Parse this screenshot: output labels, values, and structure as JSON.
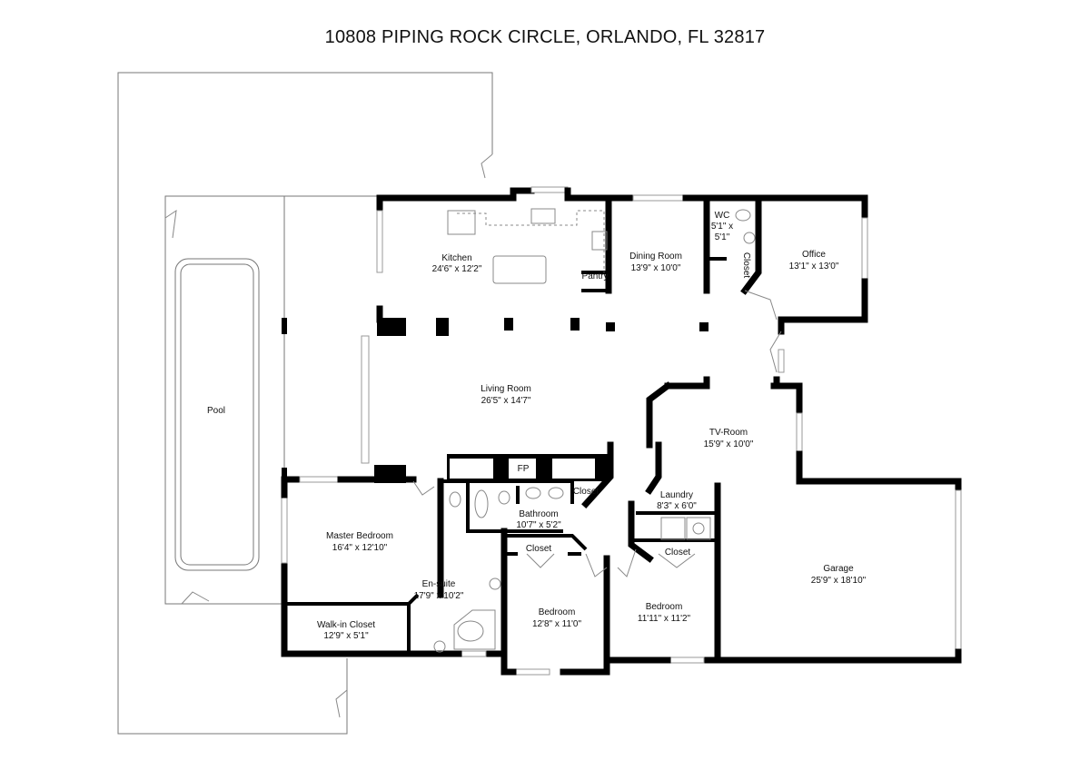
{
  "title": "10808 PIPING ROCK CIRCLE, ORLANDO, FL 32817",
  "rooms": {
    "kitchen": {
      "name": "Kitchen",
      "size": "24'6\" x 12'2\""
    },
    "pantry": {
      "name": "Pantry"
    },
    "dining": {
      "name": "Dining Room",
      "size": "13'9\" x 10'0\""
    },
    "wc": {
      "name": "WC",
      "size_line1": "5'1\" x",
      "size_line2": "5'1\""
    },
    "wc_closet": {
      "name": "Closet"
    },
    "office": {
      "name": "Office",
      "size": "13'1\" x 13'0\""
    },
    "living": {
      "name": "Living Room",
      "size": "26'5\" x 14'7\""
    },
    "tv": {
      "name": "TV-Room",
      "size": "15'9\" x 10'0\""
    },
    "pool": {
      "name": "Pool"
    },
    "fireplace": {
      "name": "FP"
    },
    "hall_closet": {
      "name": "Closet"
    },
    "laundry": {
      "name": "Laundry",
      "size": "8'3\" x 6'0\""
    },
    "bathroom": {
      "name": "Bathroom",
      "size": "10'7\" x 5'2\""
    },
    "master": {
      "name": "Master Bedroom",
      "size": "16'4\" x 12'10\""
    },
    "bed1_closet": {
      "name": "Closet"
    },
    "bed2_closet": {
      "name": "Closet"
    },
    "garage": {
      "name": "Garage",
      "size": "25'9\" x 18'10\""
    },
    "ensuite": {
      "name": "En-suite",
      "size": "17'9\" x 10'2\""
    },
    "bedroom1": {
      "name": "Bedroom",
      "size": "12'8\" x 11'0\""
    },
    "bedroom2": {
      "name": "Bedroom",
      "size": "11'11\" x 11'2\""
    },
    "walkin": {
      "name": "Walk-in Closet",
      "size": "12'9\" x 5'1\""
    }
  }
}
